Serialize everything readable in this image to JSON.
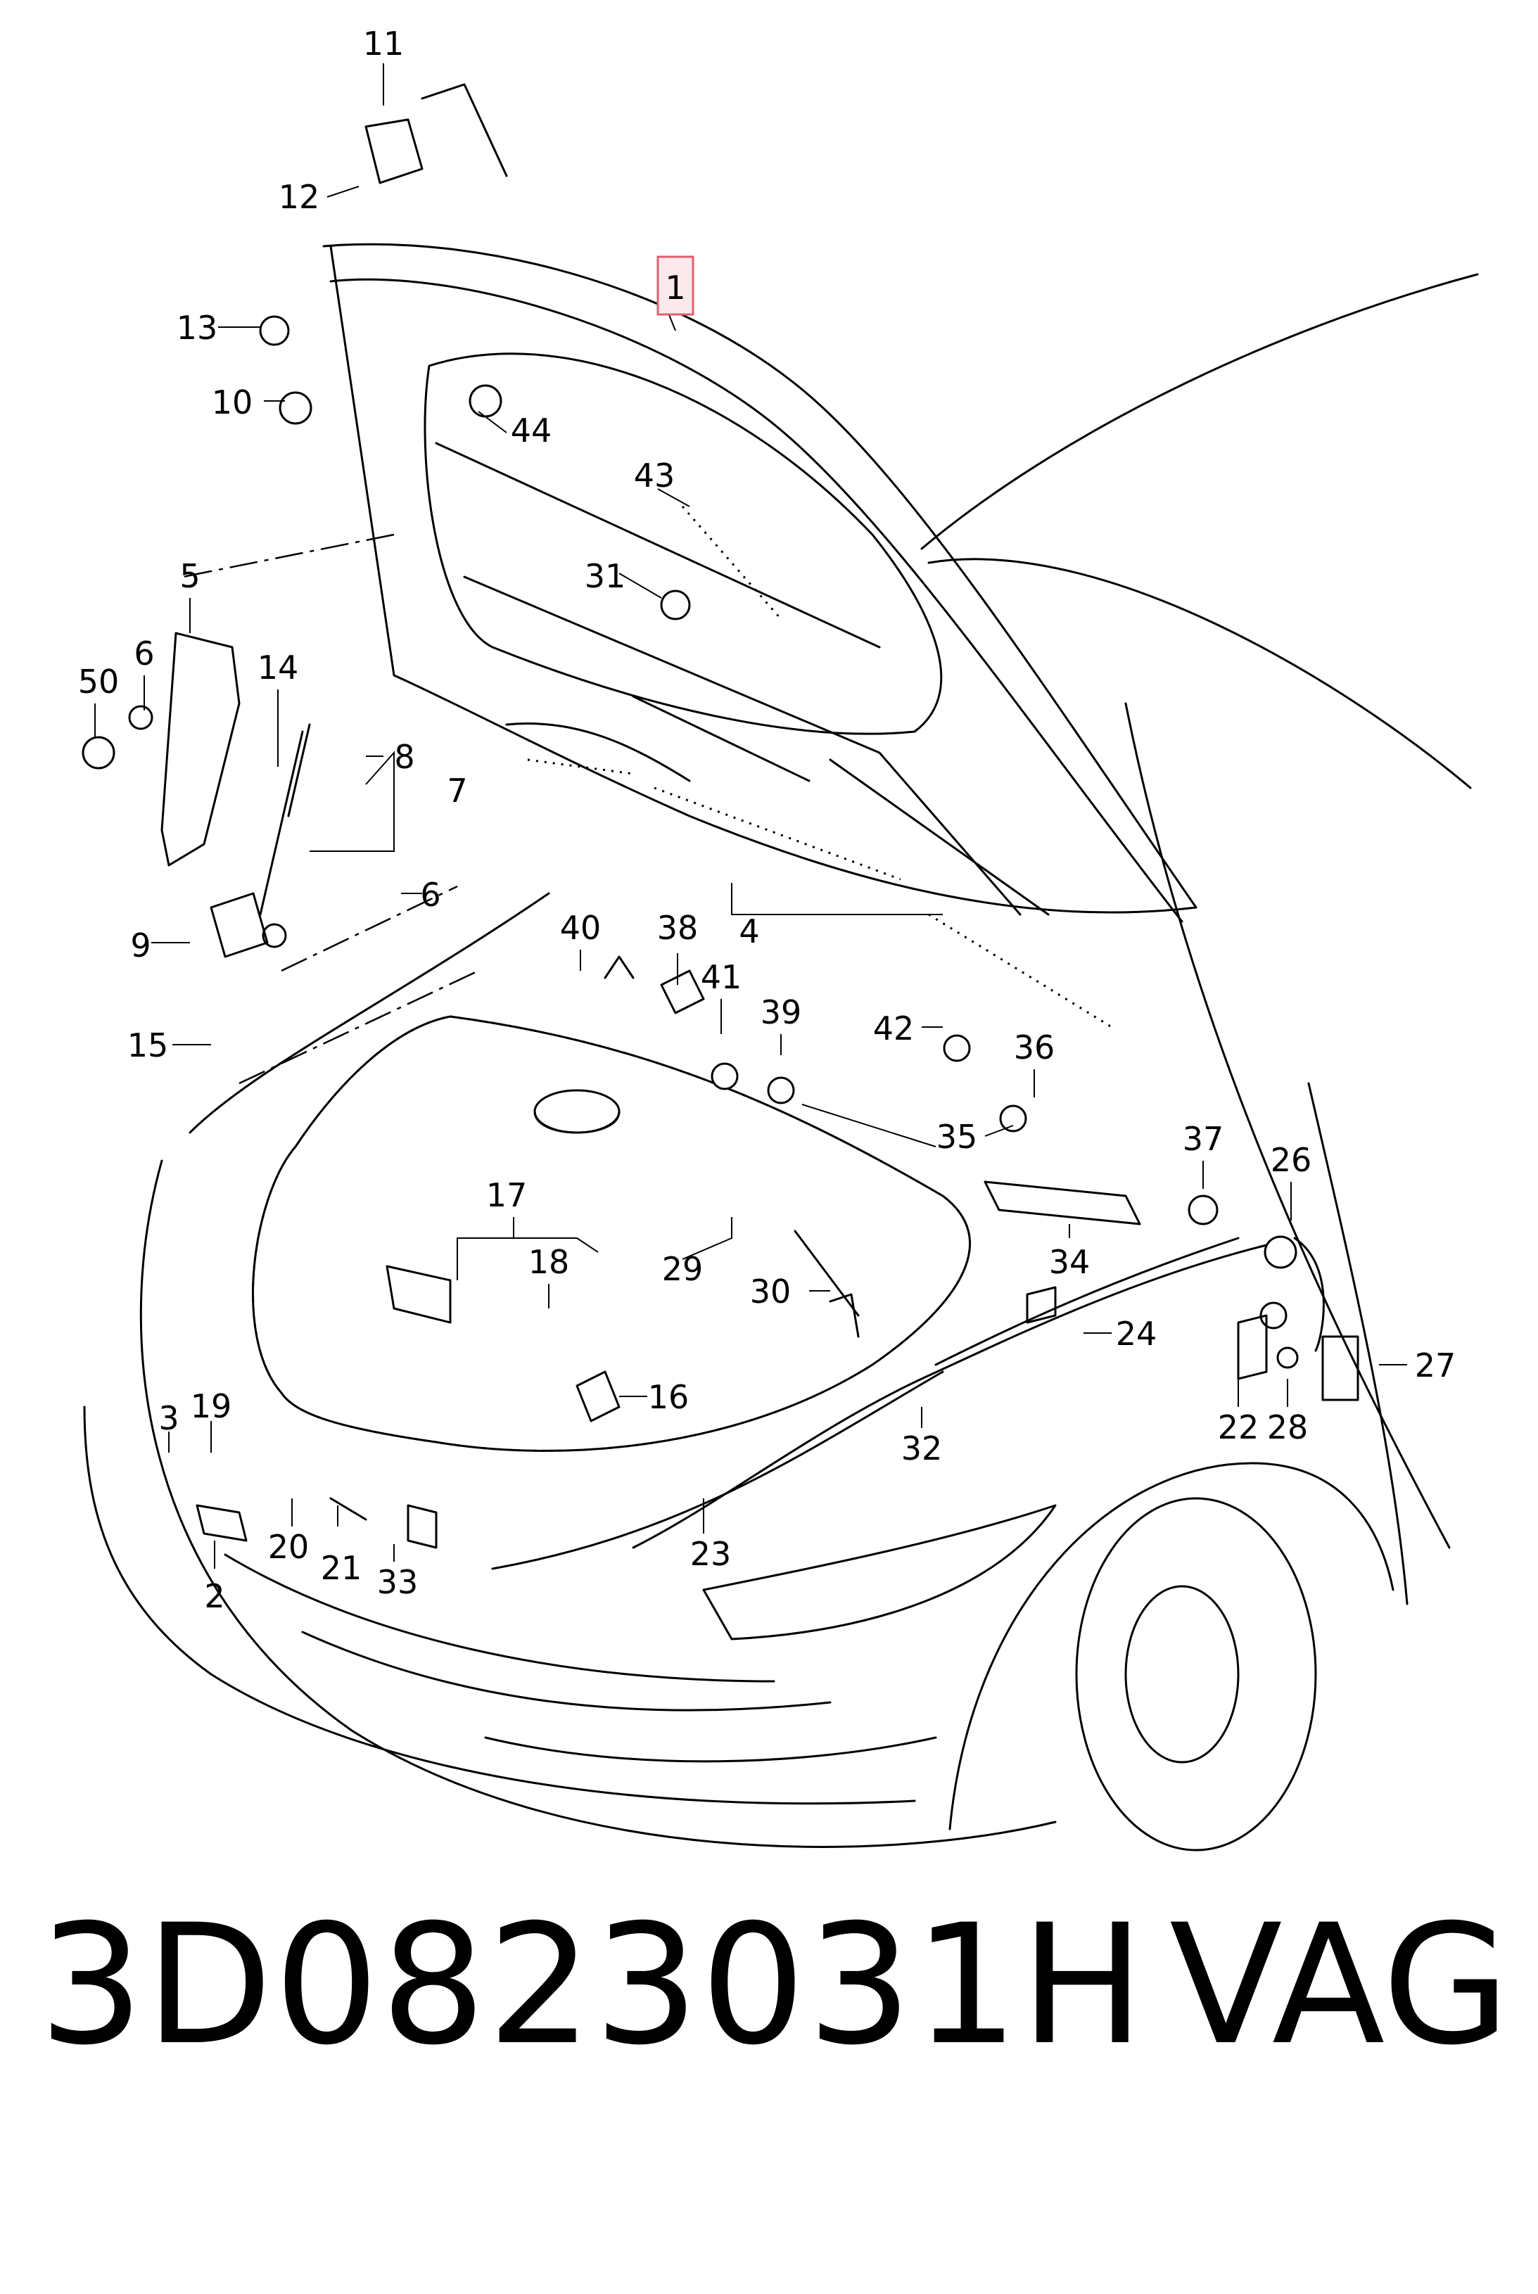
{
  "diagram": {
    "highlighted_callout": "1",
    "callouts": {
      "c1": "1",
      "c2": "2",
      "c3": "3",
      "c4": "4",
      "c5": "5",
      "c6a": "6",
      "c6b": "6",
      "c7": "7",
      "c8": "8",
      "c9": "9",
      "c10": "10",
      "c11": "11",
      "c12": "12",
      "c13": "13",
      "c14": "14",
      "c15": "15",
      "c16": "16",
      "c17": "17",
      "c18": "18",
      "c19": "19",
      "c20": "20",
      "c21": "21",
      "c22": "22",
      "c23": "23",
      "c24": "24",
      "c26": "26",
      "c27": "27",
      "c28": "28",
      "c29": "29",
      "c30": "30",
      "c31": "31",
      "c32": "32",
      "c33": "33",
      "c34": "34",
      "c35": "35",
      "c36": "36",
      "c37": "37",
      "c38": "38",
      "c39": "39",
      "c40": "40",
      "c41": "41",
      "c42": "42",
      "c43": "43",
      "c44": "44",
      "c50": "50"
    },
    "highlight_color": "#e06070"
  },
  "footer": {
    "part_number": "3D0823031H",
    "brand": "VAG"
  }
}
